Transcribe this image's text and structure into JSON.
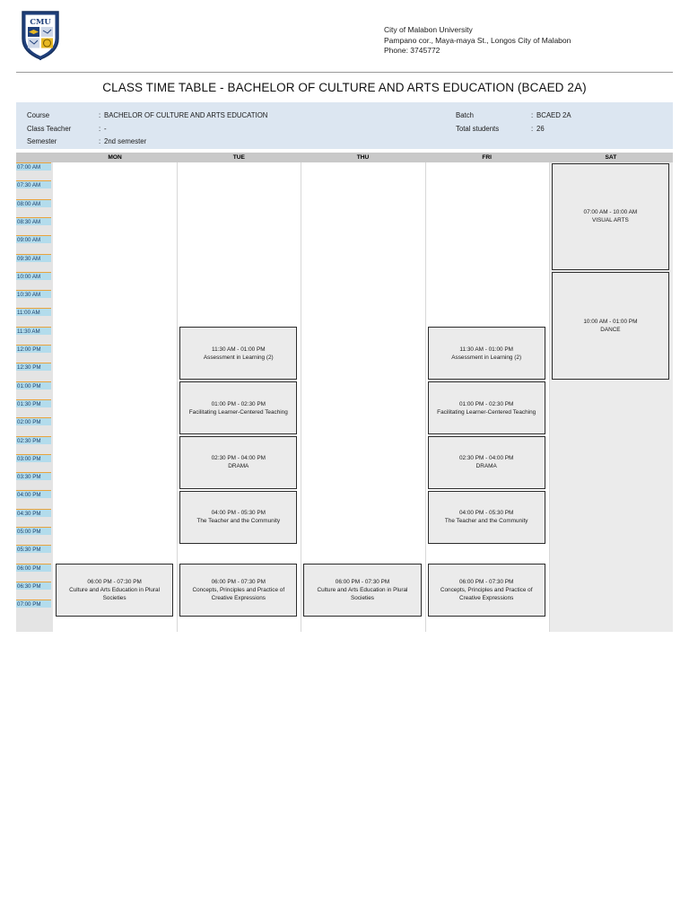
{
  "header": {
    "logo_icon": "cmu-shield-logo",
    "logo_text": "CMU",
    "org_name": "City of Malabon University",
    "org_address": "Pampano cor., Maya-maya St., Longos City of Malabon",
    "org_phone": "Phone: 3745772"
  },
  "title": "CLASS TIME TABLE - BACHELOR OF CULTURE AND ARTS EDUCATION (BCAED 2A)",
  "info": {
    "left": [
      {
        "label": "Course",
        "sep": ":",
        "value": "BACHELOR OF CULTURE AND ARTS EDUCATION"
      },
      {
        "label": "Class Teacher",
        "sep": ":",
        "value": "-"
      },
      {
        "label": "Semester",
        "sep": ":",
        "value": "2nd semester"
      }
    ],
    "right": [
      {
        "label": "Batch",
        "sep": ":",
        "value": "BCAED 2A"
      },
      {
        "label": "Total students",
        "sep": ":",
        "value": "26"
      }
    ]
  },
  "timetable": {
    "days": [
      "MON",
      "TUE",
      "THU",
      "FRI",
      "SAT"
    ],
    "time_slots": [
      "07:00 AM",
      "07:30 AM",
      "08:00 AM",
      "08:30 AM",
      "09:00 AM",
      "09:30 AM",
      "10:00 AM",
      "10:30 AM",
      "11:00 AM",
      "11:30 AM",
      "12:00 PM",
      "12:30 PM",
      "01:00 PM",
      "01:30 PM",
      "02:00 PM",
      "02:30 PM",
      "03:00 PM",
      "03:30 PM",
      "04:00 PM",
      "04:30 PM",
      "05:00 PM",
      "05:30 PM",
      "06:00 PM",
      "06:30 PM",
      "07:00 PM"
    ],
    "events": [
      {
        "day": "TUE",
        "time": "11:30 AM - 01:00 PM",
        "name": "Assessment in Learning (2)",
        "start": 9,
        "span": 3
      },
      {
        "day": "TUE",
        "time": "01:00 PM - 02:30 PM",
        "name": "Facilitating Learner-Centered Teaching",
        "start": 12,
        "span": 3
      },
      {
        "day": "TUE",
        "time": "02:30 PM - 04:00 PM",
        "name": "DRAMA",
        "start": 15,
        "span": 3
      },
      {
        "day": "TUE",
        "time": "04:00 PM - 05:30 PM",
        "name": "The Teacher and the Community",
        "start": 18,
        "span": 3
      },
      {
        "day": "FRI",
        "time": "11:30 AM - 01:00 PM",
        "name": "Assessment in Learning (2)",
        "start": 9,
        "span": 3
      },
      {
        "day": "FRI",
        "time": "01:00 PM - 02:30 PM",
        "name": "Facilitating Learner-Centered Teaching",
        "start": 12,
        "span": 3
      },
      {
        "day": "FRI",
        "time": "02:30 PM - 04:00 PM",
        "name": "DRAMA",
        "start": 15,
        "span": 3
      },
      {
        "day": "FRI",
        "time": "04:00 PM - 05:30 PM",
        "name": "The Teacher and the Community",
        "start": 18,
        "span": 3
      },
      {
        "day": "SAT",
        "time": "07:00 AM - 10:00 AM",
        "name": "VISUAL ARTS",
        "start": 0,
        "span": 6
      },
      {
        "day": "SAT",
        "time": "10:00 AM - 01:00 PM",
        "name": "DANCE",
        "start": 6,
        "span": 6
      },
      {
        "day": "MON",
        "time": "06:00 PM - 07:30 PM",
        "name": "Culture and Arts Education in Plural Societies",
        "start": 22,
        "span": 3
      },
      {
        "day": "TUE",
        "time": "06:00 PM - 07:30 PM",
        "name": "Concepts, Principles and Practice of Creative Expressions",
        "start": 22,
        "span": 3
      },
      {
        "day": "THU",
        "time": "06:00 PM - 07:30 PM",
        "name": "Culture and Arts Education in Plural Societies",
        "start": 22,
        "span": 3
      },
      {
        "day": "FRI",
        "time": "06:00 PM - 07:30 PM",
        "name": "Concepts, Principles and Practice of Creative Expressions",
        "start": 22,
        "span": 3
      }
    ]
  },
  "colors": {
    "info_panel_bg": "#dce6f1",
    "time_label_bg": "#b3dcec",
    "time_label_border": "#e8a33d",
    "time_gutter_bg": "#e4e4e4",
    "day_header_bg": "#c9c9c9",
    "event_bg": "#ebebeb",
    "event_border": "#2b2b2b",
    "logo_navy": "#1f3f7a",
    "logo_gold": "#e8b923"
  }
}
